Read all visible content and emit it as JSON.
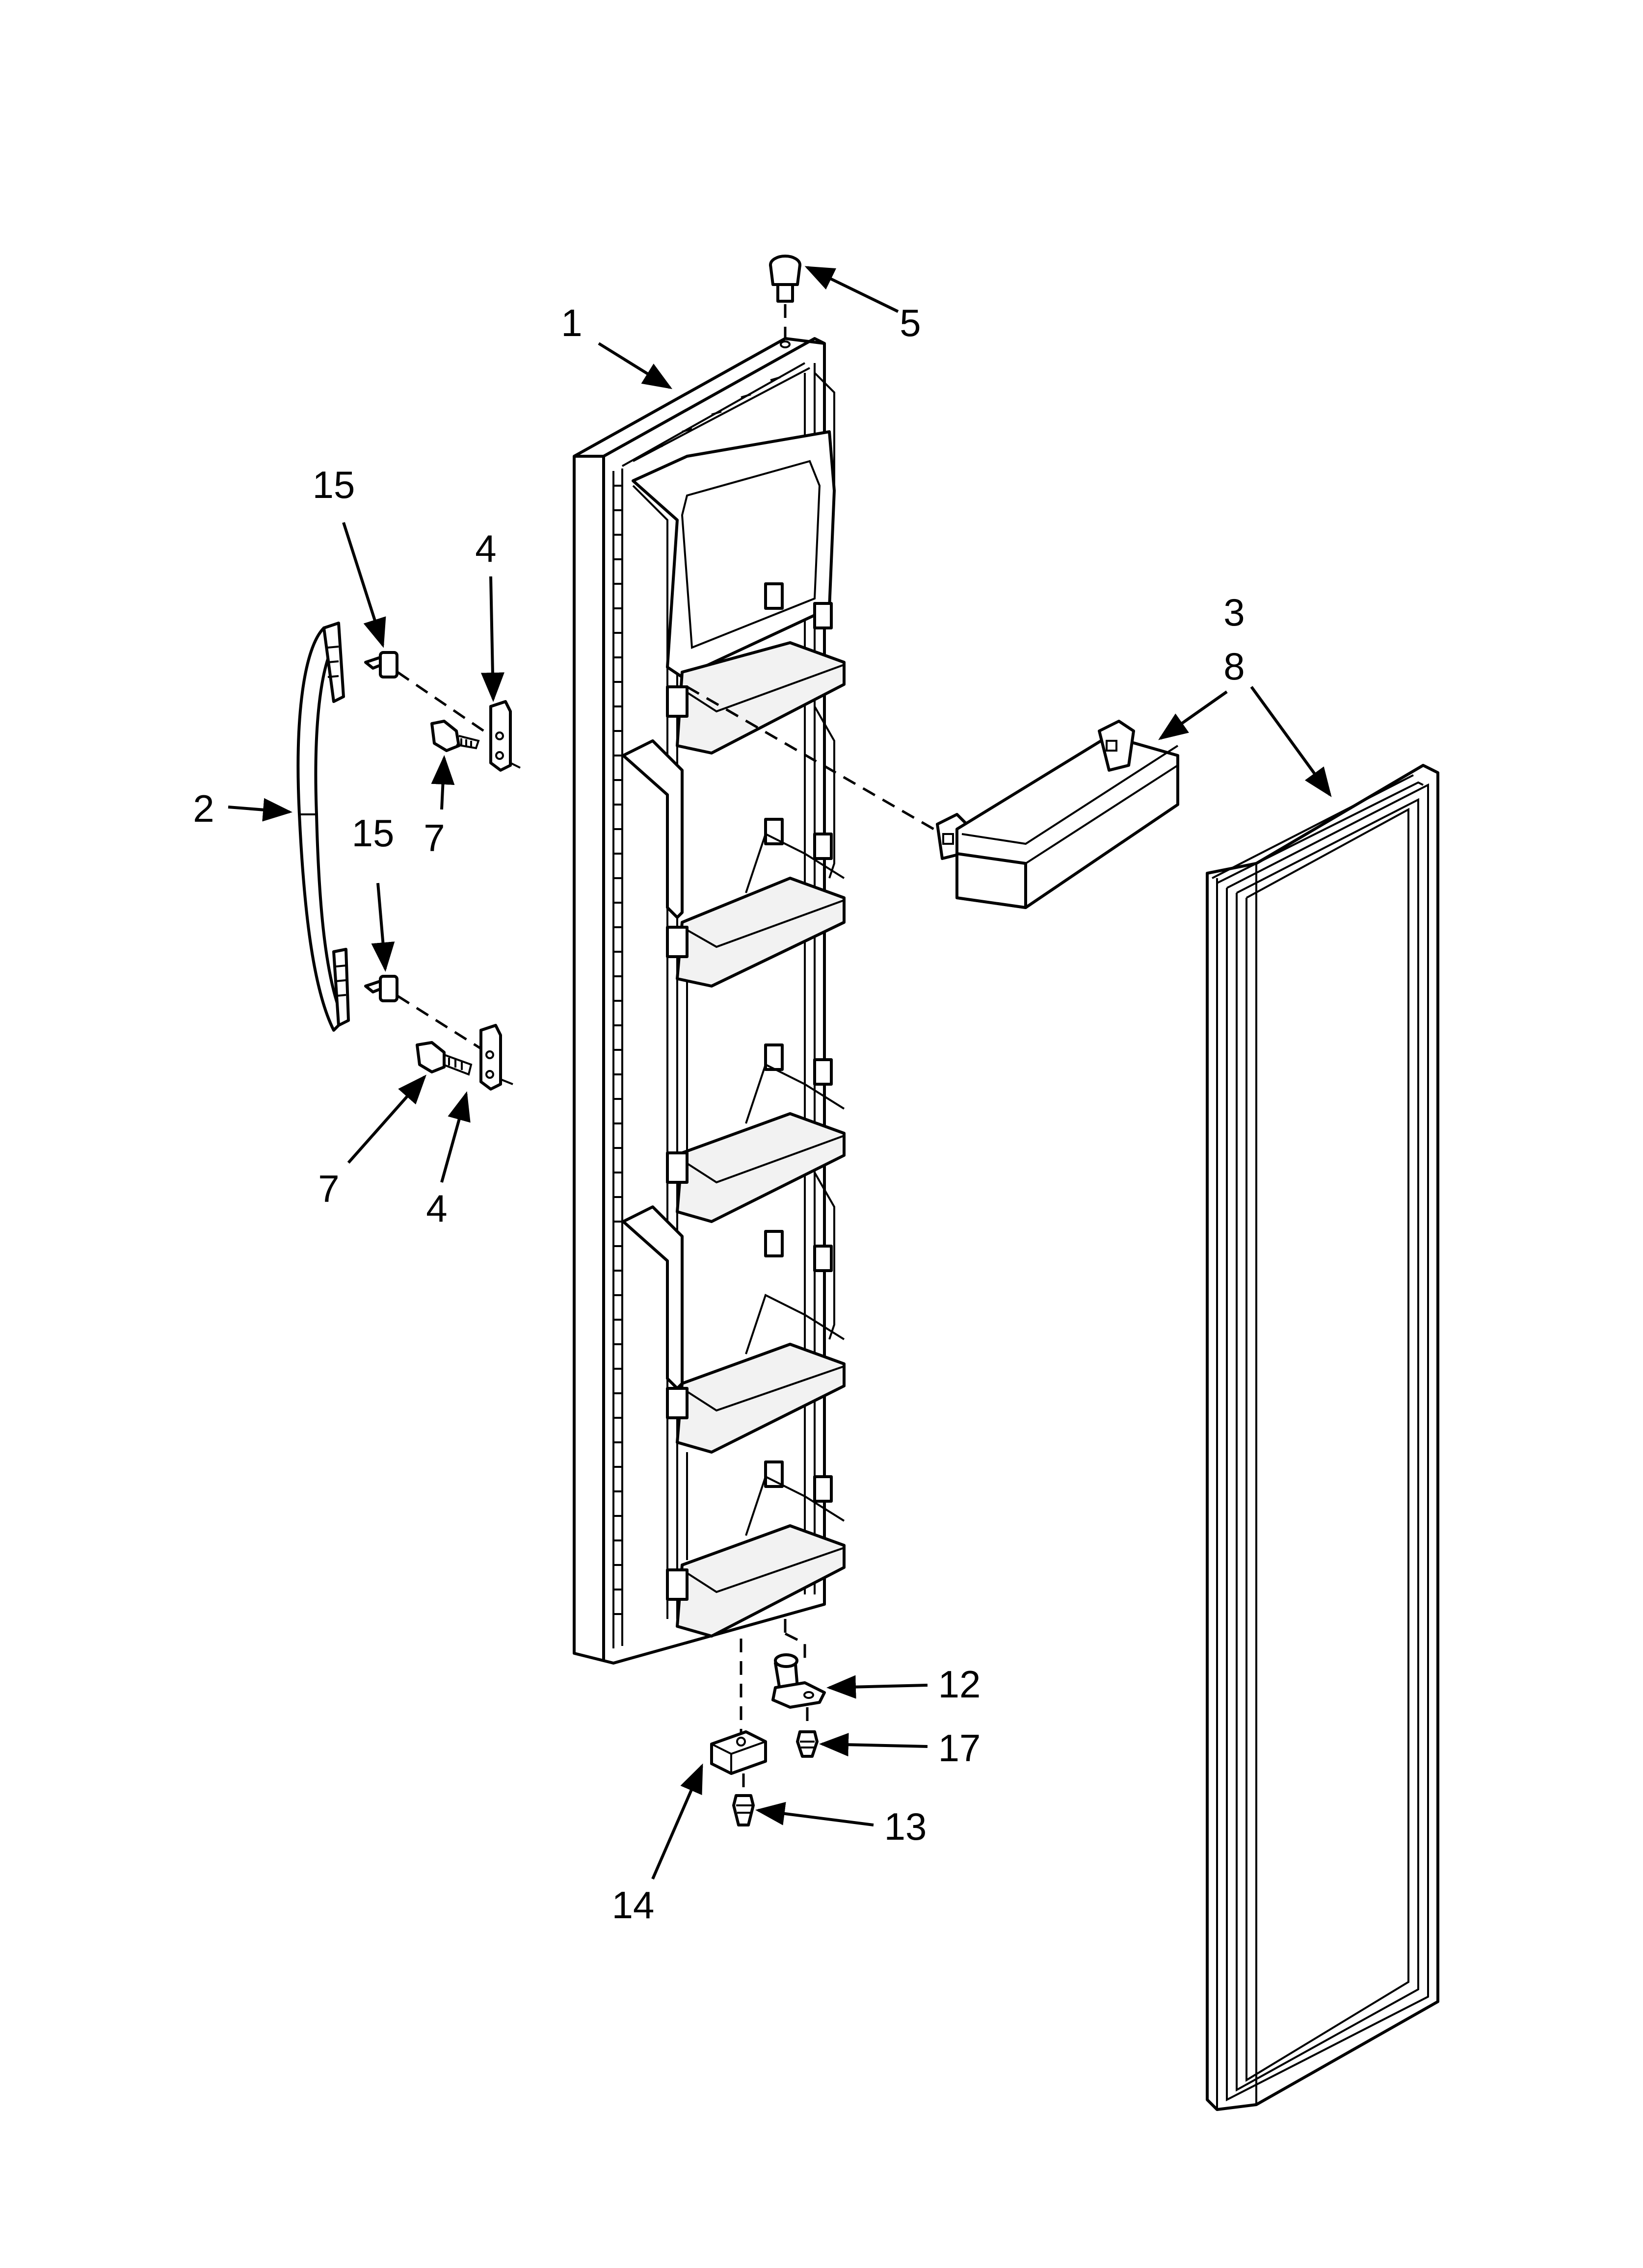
{
  "diagram": {
    "callouts": [
      {
        "id": "c1",
        "text": "1"
      },
      {
        "id": "c2",
        "text": "2"
      },
      {
        "id": "c3",
        "text": "3"
      },
      {
        "id": "c4a",
        "text": "4"
      },
      {
        "id": "c4b",
        "text": "4"
      },
      {
        "id": "c5",
        "text": "5"
      },
      {
        "id": "c7a",
        "text": "7"
      },
      {
        "id": "c7b",
        "text": "7"
      },
      {
        "id": "c8",
        "text": "8"
      },
      {
        "id": "c12",
        "text": "12"
      },
      {
        "id": "c13",
        "text": "13"
      },
      {
        "id": "c14",
        "text": "14"
      },
      {
        "id": "c15a",
        "text": "15"
      },
      {
        "id": "c15b",
        "text": "15"
      },
      {
        "id": "c17",
        "text": "17"
      }
    ]
  }
}
